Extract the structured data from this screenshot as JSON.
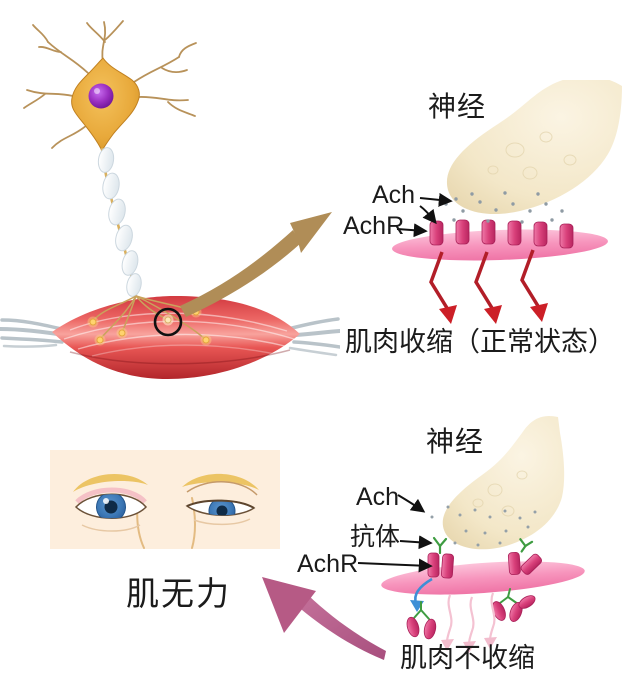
{
  "panels": {
    "normal_junction": {
      "nerve_label": "神经",
      "ach_label": "Ach",
      "achr_label": "AchR",
      "caption": "肌肉收缩（正常状态）"
    },
    "myasthenia_junction": {
      "nerve_label": "神经",
      "ach_label": "Ach",
      "antibody_label": "抗体",
      "achr_label": "AchR",
      "caption": "肌肉不收缩"
    },
    "eyes": {
      "caption": "肌无力"
    }
  },
  "colors": {
    "background": "#ffffff",
    "text": "#1b1b1b",
    "neuron_soma_gold": "#e8a93b",
    "nucleus_purple": "#7c1fa0",
    "dendrite_tan": "#b8925a",
    "muscle_red": "#e8423f",
    "tendon_gray": "#b9c3c9",
    "zoom_arrow_tan": "#b08d57",
    "nerve_terminal_beige": "#f5ebd0",
    "membrane_pink": "#f795bd",
    "receptor_magenta": "#d9417b",
    "ach_dot_gray": "#8f9ba4",
    "signal_arrow_red": "#c42127",
    "antibody_green": "#3e9c41",
    "internalization_arrow_blue": "#3e8fd6",
    "blocked_signal_pink": "#f4c2d2",
    "result_arrow_mauve": "#b65a85",
    "face_cream": "#fdeedd",
    "iris_blue": "#3c78b6",
    "eyebrow_gold": "#ecc464"
  }
}
